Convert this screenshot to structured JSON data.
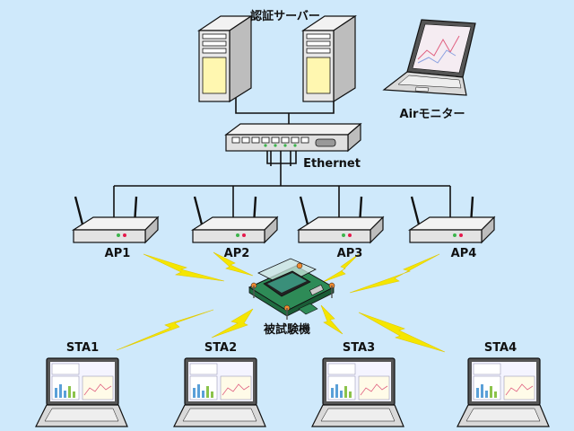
{
  "title": "",
  "labels": {
    "auth_server": "認証サーバー",
    "air_monitor": "Airモニター",
    "ethernet": "Ethernet",
    "dut": "被試験機"
  },
  "access_points": [
    {
      "label": "AP1"
    },
    {
      "label": "AP2"
    },
    {
      "label": "AP3"
    },
    {
      "label": "AP4"
    }
  ],
  "stations": [
    {
      "label": "STA1"
    },
    {
      "label": "STA2"
    },
    {
      "label": "STA3"
    },
    {
      "label": "STA4"
    }
  ],
  "colors": {
    "background": "#cfe9fb",
    "lightning": "#f5e600",
    "server_body": "#e8e8e8",
    "server_panel": "#fff7b0",
    "pcb": "#2e8b57",
    "led_green": "#3cb44b",
    "led_red": "#e6194b"
  }
}
